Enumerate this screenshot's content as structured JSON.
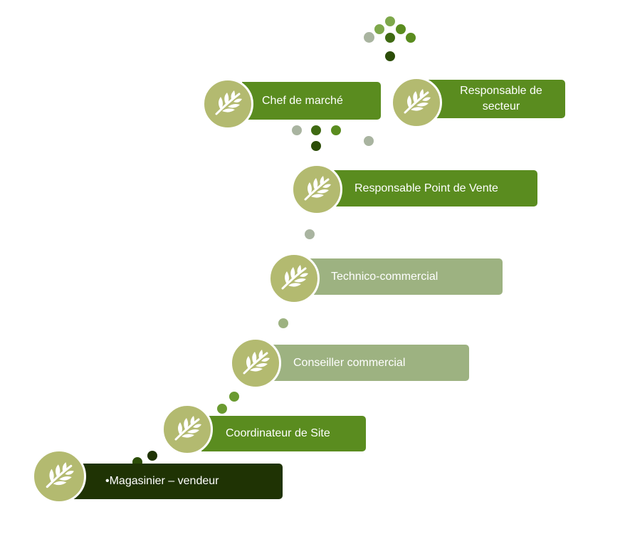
{
  "colors": {
    "olive_light": "#b3ba70",
    "green": "#5a8c1f",
    "sage": "#9db281",
    "dark": "#1f3304",
    "grey_dot": "#a9b4a0"
  },
  "icon": "wheat-leaf-icon",
  "steps": [
    {
      "id": "chef-de-marche",
      "label": "Chef de marché"
    },
    {
      "id": "responsable-de-secteur",
      "label": "Responsable de secteur"
    },
    {
      "id": "responsable-point-de-vente",
      "label": "Responsable Point de Vente"
    },
    {
      "id": "technico-commercial",
      "label": "Technico-commercial"
    },
    {
      "id": "conseiller-commercial",
      "label": "Conseiller commercial"
    },
    {
      "id": "coordinateur-de-site",
      "label": "Coordinateur de Site"
    },
    {
      "id": "magasinier-vendeur",
      "label": "•Magasinier – vendeur"
    }
  ]
}
